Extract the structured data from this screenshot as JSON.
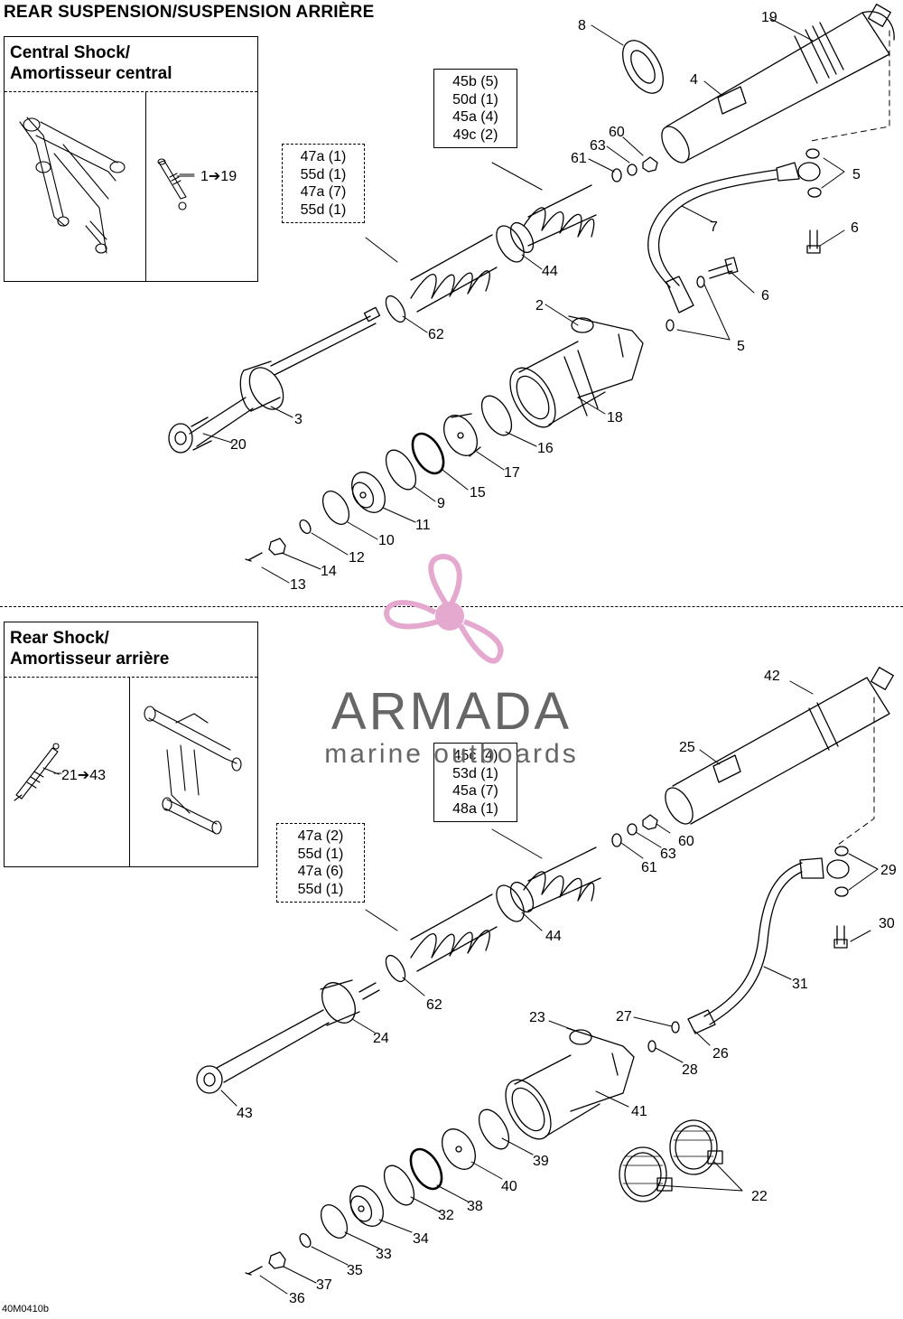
{
  "title": "REAR SUSPENSION/SUSPENSION ARRIÈRE",
  "diagram_code": "40M0410b",
  "watermark": {
    "brand": "ARMADA",
    "tagline": "marine outboards",
    "logo_color": "#e5a9cf"
  },
  "central_section": {
    "inset_title_line1": "Central Shock/",
    "inset_title_line2": "Amortisseur central",
    "range_label": "1➔19",
    "qty_box_top": [
      "45b (5)",
      "50d (1)",
      "45a (4)",
      "49c (2)"
    ],
    "qty_box_left": [
      "47a (1)",
      "55d (1)",
      "47a (7)",
      "55d (1)"
    ],
    "callouts": [
      "19",
      "8",
      "4",
      "60",
      "63",
      "61",
      "5",
      "6",
      "7",
      "6",
      "5",
      "44",
      "62",
      "2",
      "3",
      "18",
      "20",
      "16",
      "17",
      "15",
      "9",
      "11",
      "10",
      "12",
      "14",
      "13"
    ]
  },
  "rear_section": {
    "inset_title_line1": "Rear Shock/",
    "inset_title_line2": "Amortisseur arrière",
    "range_label": "21➔43",
    "qty_box_top": [
      "45c (4)",
      "53d (1)",
      "45a (7)",
      "48a (1)"
    ],
    "qty_box_left": [
      "47a (2)",
      "55d (1)",
      "47a (6)",
      "55d (1)"
    ],
    "callouts": [
      "42",
      "25",
      "60",
      "63",
      "61",
      "29",
      "30",
      "31",
      "44",
      "62",
      "24",
      "43",
      "23",
      "27",
      "28",
      "26",
      "41",
      "39",
      "40",
      "22",
      "38",
      "32",
      "34",
      "33",
      "35",
      "37",
      "36"
    ]
  }
}
